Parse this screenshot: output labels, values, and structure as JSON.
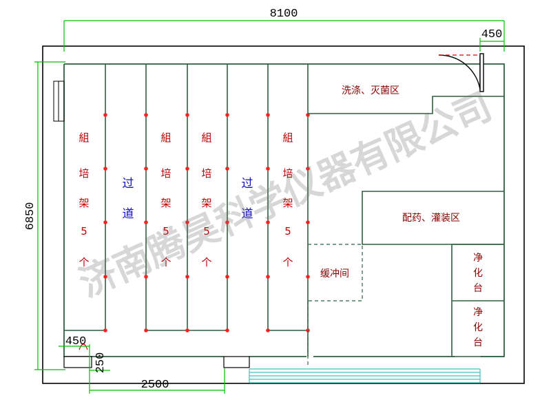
{
  "dimensions": {
    "total_width": "8100",
    "total_depth": "6850",
    "door_width_top_right": "450",
    "door_width_bottom_left": "450",
    "bottom_offset": "250",
    "bottom_span": "2500"
  },
  "racks": [
    {
      "label": [
        "組",
        "培",
        "架",
        "5",
        "个"
      ]
    },
    {
      "label": [
        "組",
        "培",
        "架",
        "5",
        "个"
      ]
    },
    {
      "label": [
        "組",
        "培",
        "架",
        "5",
        "个"
      ]
    },
    {
      "label": [
        "組",
        "培",
        "架",
        "5",
        "个"
      ]
    }
  ],
  "aisles": [
    {
      "label": [
        "过",
        "道"
      ]
    },
    {
      "label": [
        "过",
        "道"
      ]
    }
  ],
  "rooms": {
    "wash_sterilize": "洗涤、灭菌区",
    "mixing_filling": "配药、灌装区",
    "buffer": "缓冲间",
    "clean_bench_1": [
      "净",
      "化",
      "台"
    ],
    "clean_bench_2": [
      "净",
      "化",
      "台"
    ]
  },
  "watermark": "济南腾昊科学仪器有限公司",
  "colors": {
    "wall": "#2f5f3f",
    "dimension_line": "#00c000",
    "rack_text": "#c00000",
    "aisle_text": "#1010c8",
    "room_text": "#8b0000",
    "red_dot": "#ff2020",
    "window": "#40c0c0"
  }
}
